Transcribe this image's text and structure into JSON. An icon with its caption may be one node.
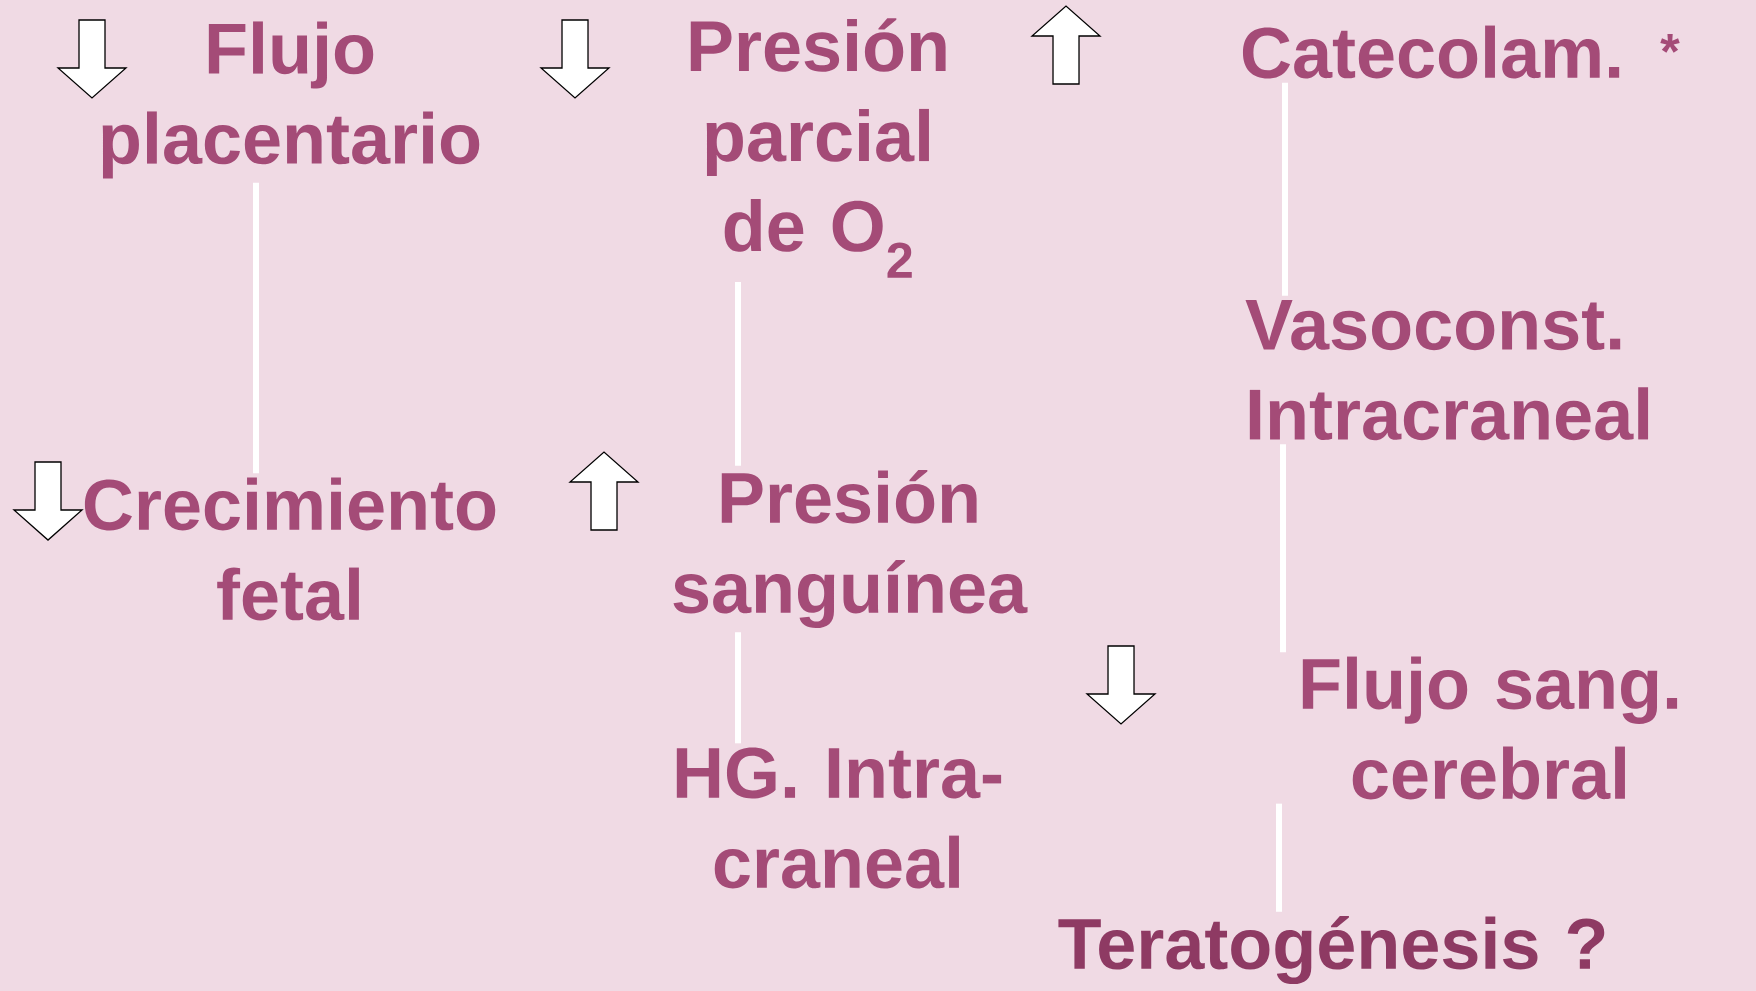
{
  "diagram": {
    "nodes": [
      {
        "text": [
          "Flujo placentario"
        ]
      },
      {
        "text": [
          "Presión parcial de O$_{2}$"
        ]
      },
      {
        "text": [
          "Catecolam. $^{*}$"
        ]
      },
      {
        "text": [
          "Crecimiento fetal"
        ]
      },
      {
        "text": [
          "Presión sanguínea"
        ]
      },
      {
        "text": [
          "Vasoconst. Intracraneal"
        ]
      },
      {
        "text": [
          "HG. Intra- craneal"
        ]
      },
      {
        "text": [
          "Flujo sang. cerebral"
        ]
      },
      {
        "text": [
          "Teratogénesis ?"
        ]
      }
    ],
    "edges": [
      {
        "from": 0,
        "to": 3,
        "arrow": "none",
        "color": "#ffffff"
      },
      {
        "from": 1,
        "to": 4,
        "arrow": "none",
        "color": "#ffffff"
      },
      {
        "from": 2,
        "to": 5,
        "arrow": "none",
        "color": "#ffffff"
      },
      {
        "from": 4,
        "to": 6,
        "arrow": "none",
        "color": "#ffffff"
      },
      {
        "from": 5,
        "to": 7,
        "arrow": "none",
        "color": "#ffffff"
      },
      {
        "from": 7,
        "to": 8,
        "arrow": "none",
        "color": "#ffffff"
      }
    ]
  }
}
